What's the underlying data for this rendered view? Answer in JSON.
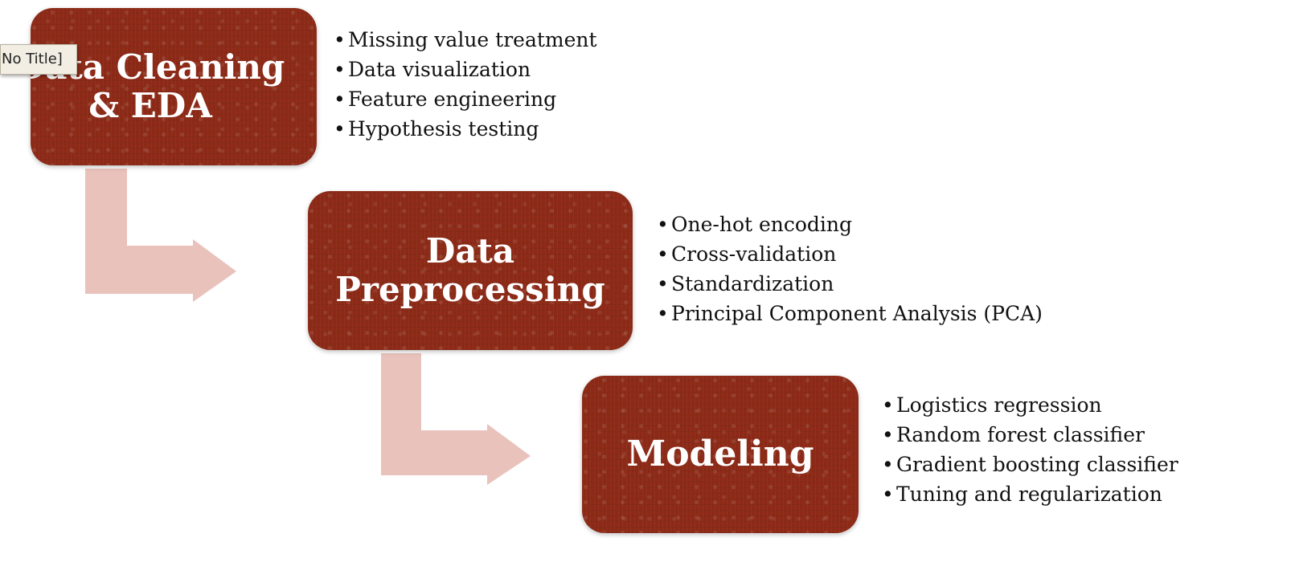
{
  "tooltip": {
    "text": "[No Title]"
  },
  "stages": [
    {
      "title": "Data Cleaning\n& EDA",
      "color": "#8c2a17",
      "bullets": [
        "Missing value treatment",
        "Data visualization",
        "Feature engineering",
        "Hypothesis testing"
      ]
    },
    {
      "title": "Data\nPreprocessing",
      "color": "#8c2a17",
      "bullets": [
        "One-hot encoding",
        "Cross-validation",
        "Standardization",
        "Principal Component Analysis (PCA)"
      ]
    },
    {
      "title": "Modeling",
      "color": "#8c2a17",
      "bullets": [
        "Logistics regression",
        "Random forest classifier",
        "Gradient boosting classifier",
        "Tuning and regularization"
      ]
    }
  ],
  "arrow_color": "#eac2bc"
}
